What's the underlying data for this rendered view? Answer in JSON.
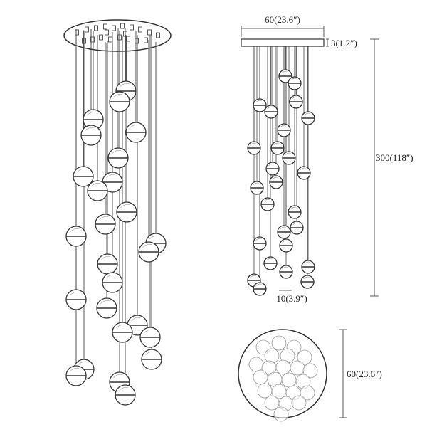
{
  "dimensions": {
    "canopy_width": "60(23.6″)",
    "canopy_height": "3(1.2″)",
    "overall_height": "300(118″)",
    "globe_diameter": "10(3.9″)",
    "bottom_view_diameter": "60(23.6″)"
  },
  "colors": {
    "line": "#333333",
    "background": "#ffffff"
  }
}
